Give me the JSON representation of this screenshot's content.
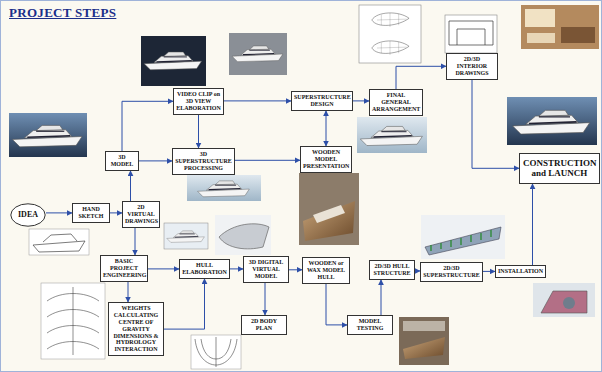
{
  "diagram": {
    "title": "PROJECT STEPS",
    "nodes": [
      {
        "text": [
          "IDEA"
        ]
      },
      {
        "text": [
          "HAND SKETCH"
        ]
      },
      {
        "text": [
          "2D VIRTUAL DRAWINGS"
        ]
      },
      {
        "text": [
          "3D MODEL"
        ]
      },
      {
        "text": [
          "VIDEO CLIP on 3D VIEW ELABORATION"
        ]
      },
      {
        "text": [
          "3D SUPERSTRUCTURE PROCESSING"
        ]
      },
      {
        "text": [
          "SUPERSTRUCTURE DESIGN"
        ]
      },
      {
        "text": [
          "FINAL GENERAL ARRANGEMENT"
        ]
      },
      {
        "text": [
          "2D/3D INTERIOR DRAWINGS"
        ]
      },
      {
        "text": [
          "CONSTRUCTION and LAUNCH"
        ]
      },
      {
        "text": [
          "WOODEN MODEL PRESENTATION"
        ]
      },
      {
        "text": [
          "BASIC PROJECT ENGINEERING"
        ]
      },
      {
        "text": [
          "HULL ELABORATION"
        ]
      },
      {
        "text": [
          "3D DIGITAL VIRTUAL MODEL"
        ]
      },
      {
        "text": [
          "WOODEN or WAX MODEL HULL"
        ]
      },
      {
        "text": [
          "2D/3D HULL STRUCTURE"
        ]
      },
      {
        "text": [
          "2D/3D SUPERSTRUCTURE"
        ]
      },
      {
        "text": [
          "INSTALLATION"
        ]
      },
      {
        "text": [
          "WEIGHTS CALCULATING CENTRE OF GRAVITY DIMENSIONS & HYDROLOGY INTERACTION"
        ]
      },
      {
        "text": [
          "2D BODY PLAN"
        ]
      },
      {
        "text": [
          "MODEL TESTING"
        ]
      }
    ],
    "edges": [
      {
        "from": 0,
        "to": 1,
        "arrow": "to"
      },
      {
        "from": 1,
        "to": 2,
        "arrow": "to"
      },
      {
        "from": 2,
        "to": 3,
        "arrow": "to"
      },
      {
        "from": 2,
        "to": 11,
        "arrow": "to"
      },
      {
        "from": 3,
        "to": 4,
        "arrow": "to"
      },
      {
        "from": 3,
        "to": 5,
        "arrow": "to"
      },
      {
        "from": 4,
        "to": 5,
        "arrow": "to"
      },
      {
        "from": 4,
        "to": 6,
        "arrow": "to"
      },
      {
        "from": 5,
        "to": 10,
        "arrow": "to"
      },
      {
        "from": 6,
        "to": 10,
        "arrow": "both"
      },
      {
        "from": 6,
        "to": 7,
        "arrow": "to"
      },
      {
        "from": 7,
        "to": 8,
        "arrow": "to"
      },
      {
        "from": 8,
        "to": 9,
        "arrow": "to"
      },
      {
        "from": 11,
        "to": 12,
        "arrow": "to"
      },
      {
        "from": 11,
        "to": 18,
        "arrow": "to"
      },
      {
        "from": 18,
        "to": 12,
        "arrow": "to"
      },
      {
        "from": 12,
        "to": 13,
        "arrow": "to"
      },
      {
        "from": 13,
        "to": 14,
        "arrow": "to"
      },
      {
        "from": 13,
        "to": 19,
        "arrow": "to"
      },
      {
        "from": 14,
        "to": 20,
        "arrow": "to"
      },
      {
        "from": 20,
        "to": 15,
        "arrow": "to"
      },
      {
        "from": 15,
        "to": 16,
        "arrow": "to"
      },
      {
        "from": 16,
        "to": 17,
        "arrow": "to"
      },
      {
        "from": 17,
        "to": 9,
        "arrow": "to"
      }
    ]
  }
}
